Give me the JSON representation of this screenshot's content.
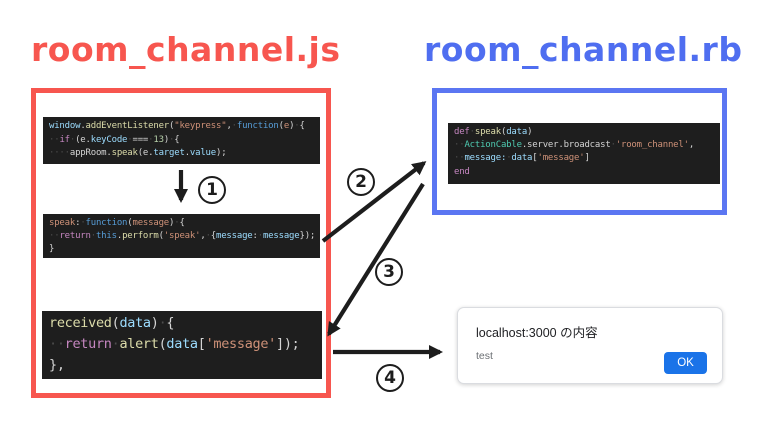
{
  "titles": {
    "js": "room_channel.js",
    "rb": "room_channel.rb"
  },
  "colors": {
    "accent_red": "#F7564F",
    "accent_blue": "#4F6EF0",
    "code_background": "#1E1E1E",
    "arrow_black": "#1d1d1d",
    "ok_button_blue": "#1A73E8"
  },
  "code_colors": {
    "pl": "#D4D4D4",
    "kw": "#C586C0",
    "kb": "#569CD6",
    "fn": "#DCDCAA",
    "vr": "#9CDCFE",
    "st": "#CE9178",
    "pm": "#CE9178",
    "nm": "#B5CEA8",
    "cl": "#4EC9B0",
    "ws": "#4E4E4E"
  },
  "code_blocks": {
    "js_listener": {
      "lines": [
        [
          [
            "vr",
            "window"
          ],
          [
            "pl",
            "."
          ],
          [
            "fn",
            "addEventListener"
          ],
          [
            "pl",
            "("
          ],
          [
            "st",
            "\"keypress\""
          ],
          [
            "pl",
            ","
          ],
          [
            "ws",
            "·"
          ],
          [
            "kb",
            "function"
          ],
          [
            "pl",
            "("
          ],
          [
            "pm",
            "e"
          ],
          [
            "pl",
            ")"
          ],
          [
            "ws",
            "·"
          ],
          [
            "pl",
            "{"
          ]
        ],
        [
          [
            "ws",
            "··"
          ],
          [
            "kw",
            "if"
          ],
          [
            "ws",
            "·"
          ],
          [
            "pl",
            "(e."
          ],
          [
            "vr",
            "keyCode"
          ],
          [
            "ws",
            "·"
          ],
          [
            "pl",
            "==="
          ],
          [
            "ws",
            "·"
          ],
          [
            "nm",
            "13"
          ],
          [
            "pl",
            ")"
          ],
          [
            "ws",
            "·"
          ],
          [
            "pl",
            "{"
          ]
        ],
        [
          [
            "ws",
            "····"
          ],
          [
            "pl",
            "appRoom."
          ],
          [
            "fn",
            "speak"
          ],
          [
            "pl",
            "(e."
          ],
          [
            "vr",
            "target"
          ],
          [
            "pl",
            "."
          ],
          [
            "vr",
            "value"
          ],
          [
            "pl",
            ");"
          ]
        ]
      ]
    },
    "js_speak": {
      "lines": [
        [
          [
            "pm",
            "speak"
          ],
          [
            "pl",
            ":"
          ],
          [
            "ws",
            "·"
          ],
          [
            "kb",
            "function"
          ],
          [
            "pl",
            "("
          ],
          [
            "pm",
            "message"
          ],
          [
            "pl",
            ")"
          ],
          [
            "ws",
            "·"
          ],
          [
            "pl",
            "{"
          ]
        ],
        [
          [
            "ws",
            "··"
          ],
          [
            "kw",
            "return"
          ],
          [
            "ws",
            "·"
          ],
          [
            "kb",
            "this"
          ],
          [
            "pl",
            "."
          ],
          [
            "fn",
            "perform"
          ],
          [
            "pl",
            "("
          ],
          [
            "st",
            "'speak'"
          ],
          [
            "pl",
            ","
          ],
          [
            "ws",
            "·"
          ],
          [
            "pl",
            "{"
          ],
          [
            "vr",
            "message"
          ],
          [
            "pl",
            ":"
          ],
          [
            "ws",
            "·"
          ],
          [
            "vr",
            "message"
          ],
          [
            "pl",
            "});"
          ]
        ],
        [
          [
            "pl",
            "}"
          ]
        ]
      ]
    },
    "js_received": {
      "lines": [
        [
          [
            "fn",
            "received"
          ],
          [
            "pl",
            "("
          ],
          [
            "vr",
            "data"
          ],
          [
            "pl",
            ")"
          ],
          [
            "ws",
            "·"
          ],
          [
            "pl",
            "{"
          ]
        ],
        [
          [
            "ws",
            "··"
          ],
          [
            "kw",
            "return"
          ],
          [
            "ws",
            "·"
          ],
          [
            "fn",
            "alert"
          ],
          [
            "pl",
            "("
          ],
          [
            "vr",
            "data"
          ],
          [
            "pl",
            "["
          ],
          [
            "st",
            "'message'"
          ],
          [
            "pl",
            "]);"
          ]
        ],
        [
          [
            "pl",
            "},"
          ]
        ]
      ]
    },
    "rb_speak": {
      "lines": [
        [
          [
            "kw",
            "def"
          ],
          [
            "ws",
            "·"
          ],
          [
            "fn",
            "speak"
          ],
          [
            "pl",
            "("
          ],
          [
            "vr",
            "data"
          ],
          [
            "pl",
            ")"
          ]
        ],
        [
          [
            "ws",
            "··"
          ],
          [
            "cl",
            "ActionCable"
          ],
          [
            "pl",
            ".server.broadcast"
          ],
          [
            "ws",
            "·"
          ],
          [
            "st",
            "'room_channel'"
          ],
          [
            "pl",
            ","
          ]
        ],
        [
          [
            "ws",
            "··"
          ],
          [
            "vr",
            "message:"
          ],
          [
            "ws",
            "·"
          ],
          [
            "vr",
            "data"
          ],
          [
            "pl",
            "["
          ],
          [
            "st",
            "'message'"
          ],
          [
            "pl",
            "]"
          ]
        ],
        [
          [
            "kw",
            "end"
          ]
        ]
      ]
    }
  },
  "steps": {
    "s1": "1",
    "s2": "2",
    "s3": "3",
    "s4": "4"
  },
  "dialog": {
    "title": "localhost:3000 の内容",
    "body": "test",
    "ok_label": "OK"
  }
}
